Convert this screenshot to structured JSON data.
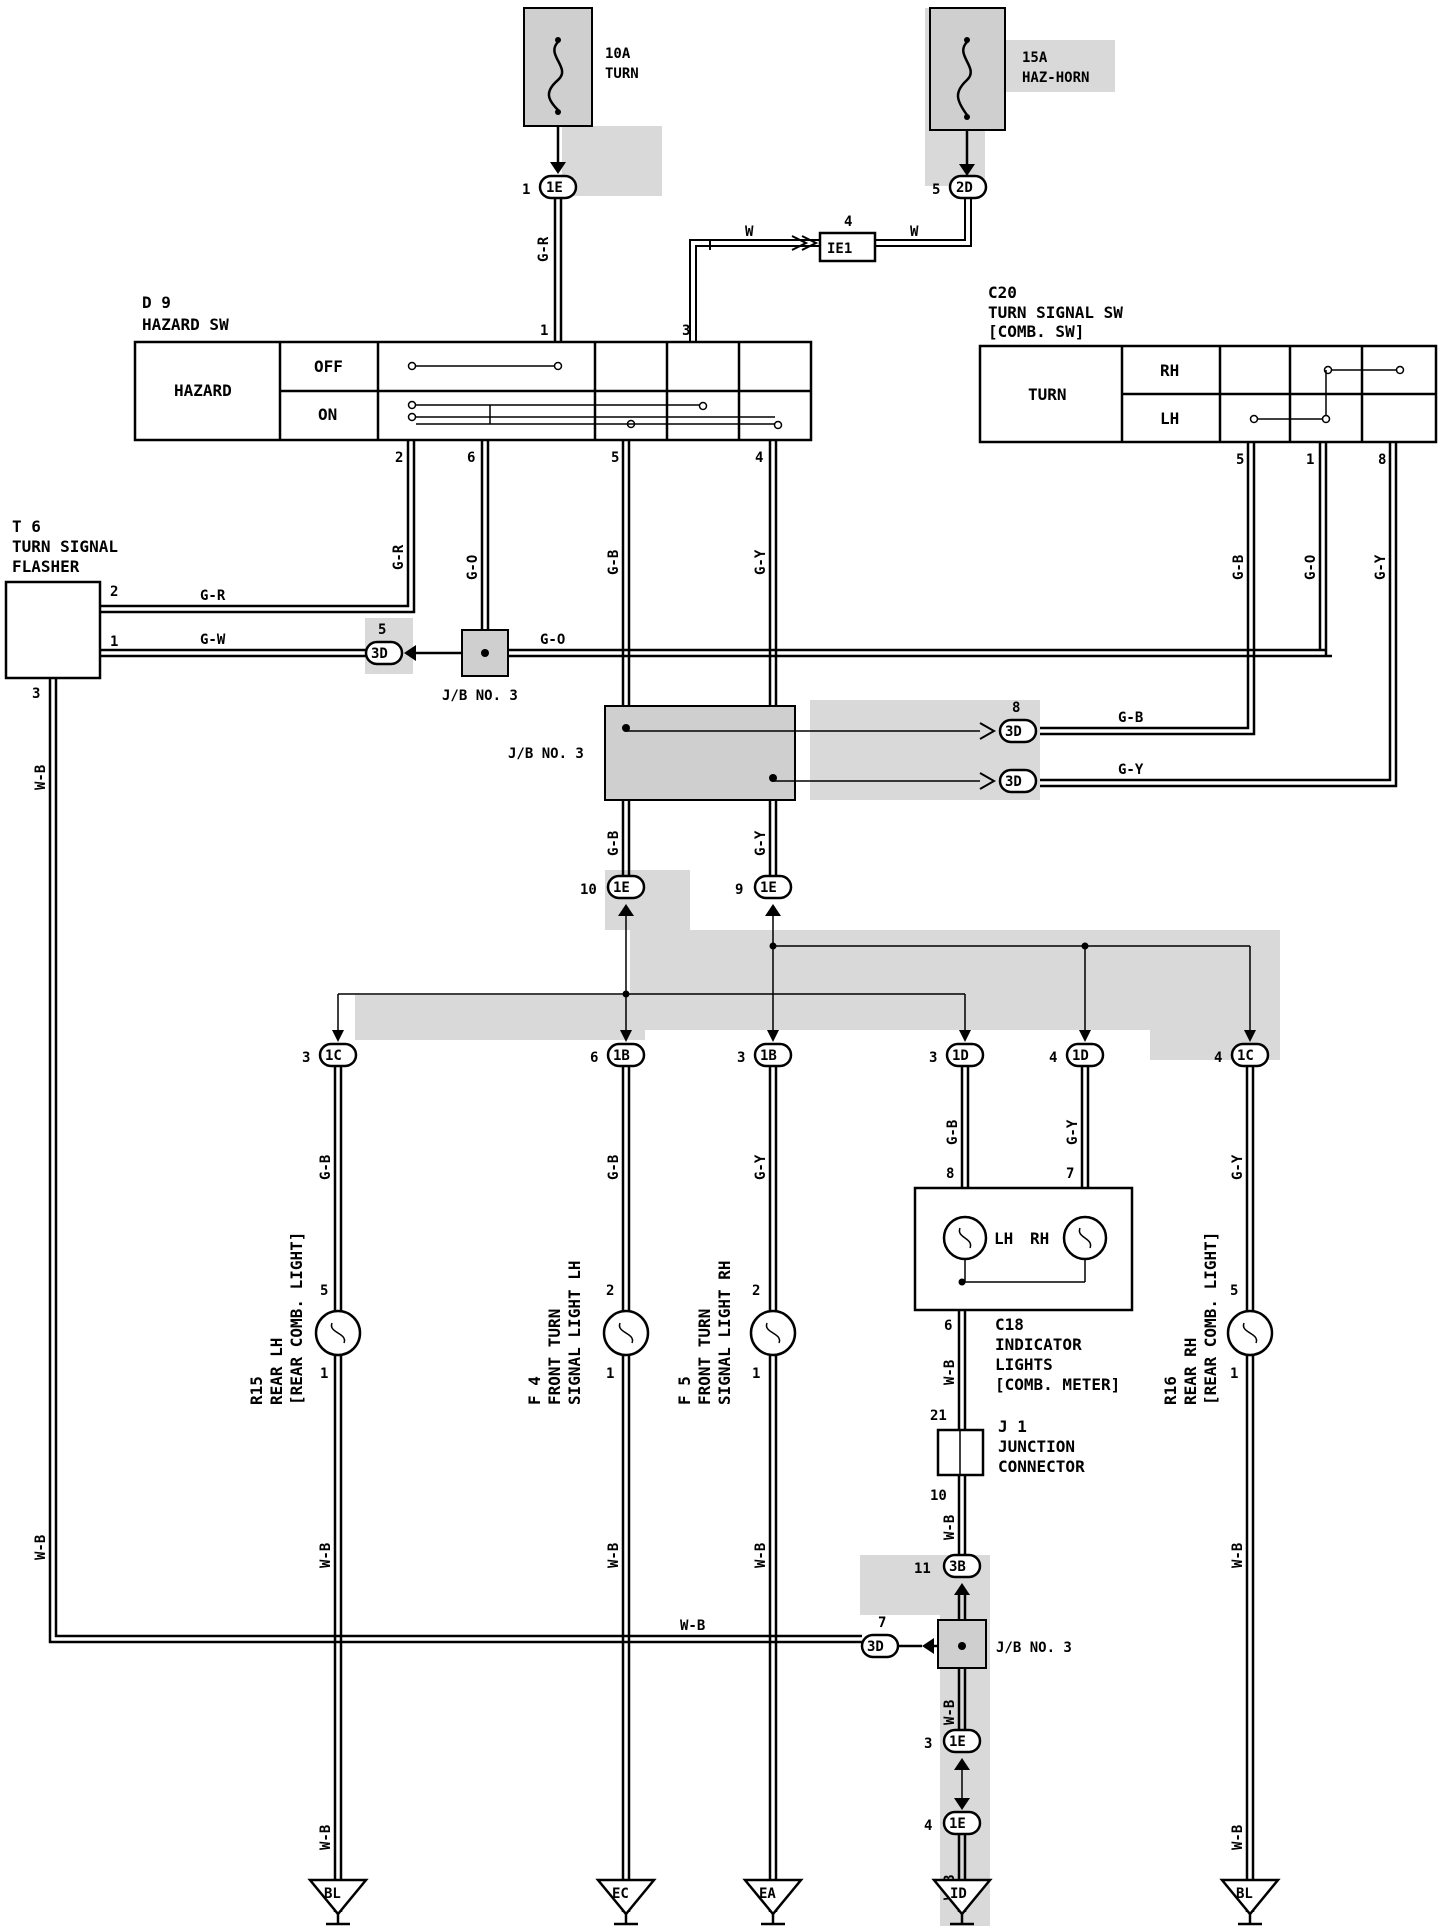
{
  "fuses": [
    {
      "rating": "10A",
      "name": "TURN",
      "pin": "1",
      "connector": "1E"
    },
    {
      "rating": "15A",
      "name": "HAZ-HORN",
      "pin": "5",
      "connector": "2D"
    }
  ],
  "hazard_sw": {
    "code": "D 9",
    "name": "HAZARD SW",
    "label": "HAZARD",
    "rows": [
      "OFF",
      "ON"
    ],
    "pins": {
      "p1": "1",
      "p3": "3",
      "p2": "2",
      "p6": "6",
      "p5": "5",
      "p4": "4"
    }
  },
  "turn_signal_sw": {
    "code": "C20",
    "name": "TURN SIGNAL SW",
    "sub": "[COMB. SW]",
    "label": "TURN",
    "rows": [
      "RH",
      "LH"
    ],
    "pins": {
      "p5": "5",
      "p1": "1",
      "p8": "8"
    }
  },
  "flasher": {
    "code": "T 6",
    "name1": "TURN SIGNAL",
    "name2": "FLASHER",
    "pins": {
      "p2": "2",
      "p1": "1",
      "p3": "3"
    }
  },
  "ie1": {
    "pin": "4",
    "label": "IE1"
  },
  "wires": {
    "w": "W",
    "gr": "G-R",
    "gw": "G-W",
    "go": "G-O",
    "gb": "G-B",
    "gy": "G-Y",
    "wb": "W-B"
  },
  "jb": {
    "no3": "J/B NO. 3",
    "no3b": "J/B  NO. 3",
    "c3d": "3D",
    "c1e": "1E",
    "c1b": "1B",
    "c1c": "1C",
    "c1d": "1D",
    "c3b": "3B",
    "pin5": "5",
    "pin8": "8",
    "pin10": "10",
    "pin9": "9",
    "pin7": "7",
    "pin11": "11",
    "pin3": "3",
    "pin4": "4"
  },
  "lower_pins": {
    "r15_c": "3",
    "f4_c": "6",
    "f5_c": "3",
    "c18_a": "3",
    "c18_b": "4",
    "r16_c": "4",
    "bulb_top5": "5",
    "bulb_top2": "2",
    "bulb_bot1": "1",
    "c18_8": "8",
    "c18_7": "7",
    "c18_6": "6",
    "j1_21": "21",
    "j1_10": "10"
  },
  "components": {
    "r15": {
      "code": "R15",
      "l1": "REAR LH",
      "l2": "[REAR COMB. LIGHT]"
    },
    "f4": {
      "code": "F 4",
      "l1": "FRONT TURN",
      "l2": "SIGNAL LIGHT LH"
    },
    "f5": {
      "code": "F 5",
      "l1": "FRONT TURN",
      "l2": "SIGNAL LIGHT RH"
    },
    "r16": {
      "code": "R16",
      "l1": "REAR RH",
      "l2": "[REAR COMB. LIGHT]"
    },
    "c18": {
      "code": "C18",
      "l1": "INDICATOR",
      "l2": "LIGHTS",
      "l3": "[COMB. METER]",
      "lh": "LH",
      "rh": "RH"
    },
    "j1": {
      "code": "J 1",
      "l1": "JUNCTION",
      "l2": "CONNECTOR"
    }
  },
  "grounds": [
    "BL",
    "EC",
    "EA",
    "ID",
    "BL"
  ]
}
